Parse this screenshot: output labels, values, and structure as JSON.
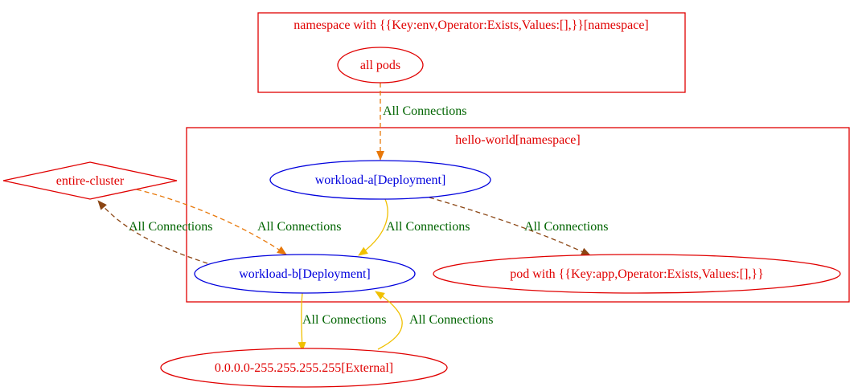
{
  "clusters": {
    "ns_env": {
      "label": "namespace with {{Key:env,Operator:Exists,Values:[],}}[namespace]"
    },
    "hello_world": {
      "label": "hello-world[namespace]"
    }
  },
  "nodes": {
    "all_pods": {
      "label": "all pods"
    },
    "workload_a": {
      "label": "workload-a[Deployment]"
    },
    "workload_b": {
      "label": "workload-b[Deployment]"
    },
    "pod_app": {
      "label": "pod with {{Key:app,Operator:Exists,Values:[],}}"
    },
    "entire_cluster": {
      "label": "entire-cluster"
    },
    "external": {
      "label": "0.0.0.0-255.255.255.255[External]"
    }
  },
  "edges": {
    "allpods_to_a": {
      "label": "All Connections"
    },
    "a_to_b": {
      "label": "All Connections"
    },
    "a_to_podapp": {
      "label": "All Connections"
    },
    "b_to_cluster": {
      "label": "All Connections"
    },
    "cluster_to_b": {
      "label": "All Connections"
    },
    "b_to_external": {
      "label": "All Connections"
    },
    "external_to_b": {
      "label": "All Connections"
    }
  },
  "colors": {
    "cluster_border": "#e00000",
    "red_text": "#e00000",
    "blue_node": "#0000dd",
    "edge_orange": "#e8780a",
    "edge_brown": "#8b4513",
    "edge_yellow": "#f0c000",
    "label_green": "#006400"
  }
}
